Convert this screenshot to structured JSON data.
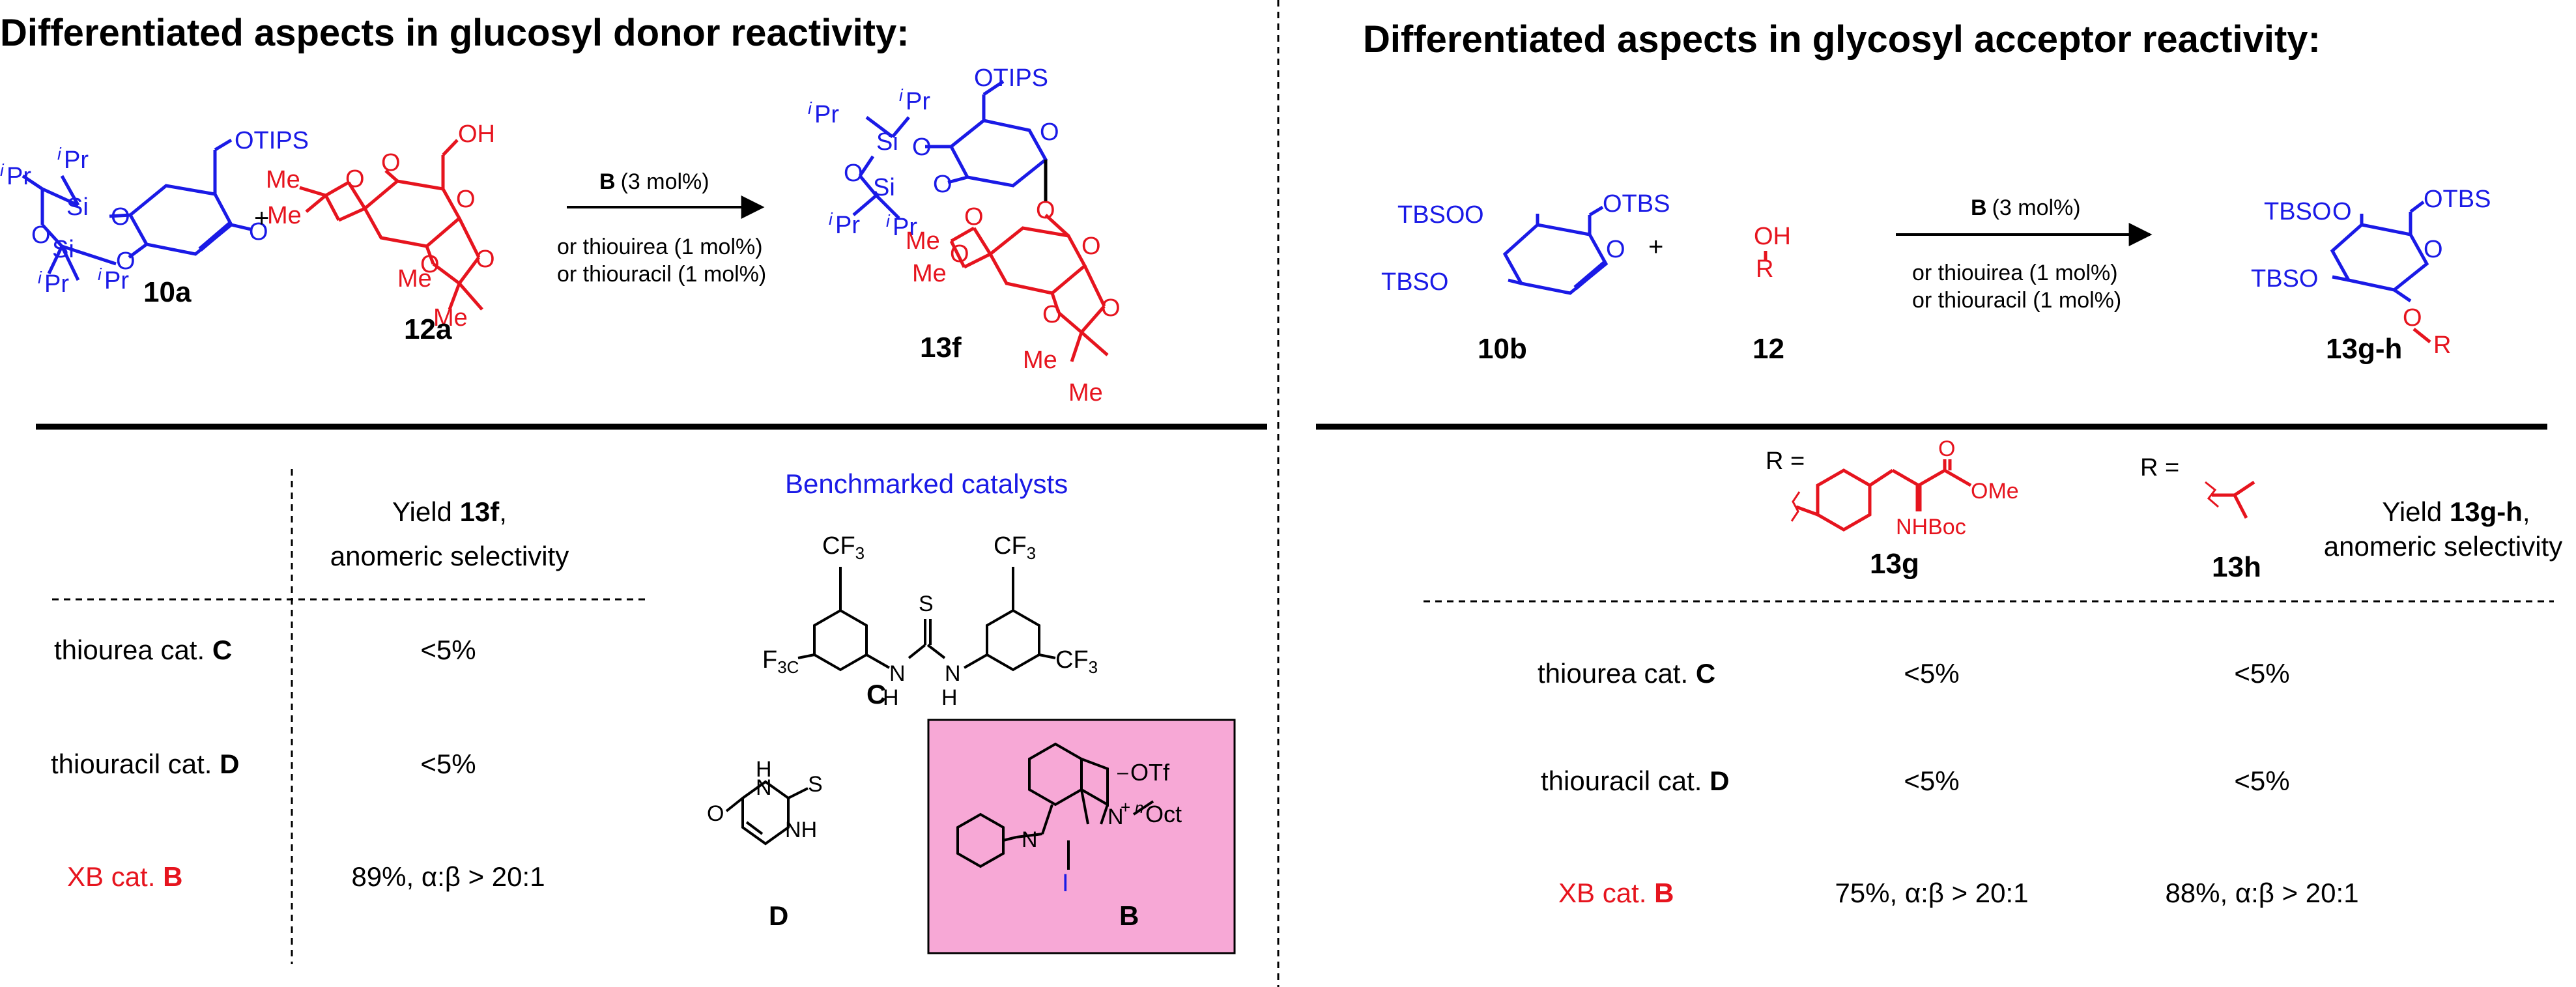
{
  "left": {
    "title": "Differentiated aspects in glucosyl donor reactivity:",
    "scheme": {
      "donor_label": "10a",
      "acceptor_label": "12a",
      "product_label": "13f",
      "plus": "+",
      "catalyst_B": "B",
      "catalyst_B_loading": "(3 mol%)",
      "alt1": "or thiouirea (1 mol%)",
      "alt2": "or thiouracil (1 mol%)",
      "otips": "OTIPS",
      "oh": "OH",
      "ipr": "Pr",
      "i": "i",
      "si": "Si",
      "o": "O",
      "me": "Me"
    },
    "table": {
      "header_prefix": "Yield ",
      "header_bold": "13f",
      "header_suffix": ",",
      "header_line2": "anomeric selectivity",
      "rows": [
        {
          "label": "thiourea cat. ",
          "bold": "C",
          "value": "<5%",
          "red": false
        },
        {
          "label": "thiouracil cat. ",
          "bold": "D",
          "value": "<5%",
          "red": false
        },
        {
          "label": "XB cat. ",
          "bold": "B",
          "value": "89%, α:β > 20:1",
          "red": true
        }
      ]
    },
    "benchmark": {
      "title": "Benchmarked catalysts",
      "cf3": "CF",
      "three": "3",
      "f3c": "F",
      "c3": "3C",
      "s": "S",
      "n": "N",
      "h": "H",
      "o": "O",
      "label_C": "C",
      "label_D": "D",
      "label_B": "B",
      "otf": "OTf",
      "minus": "–",
      "plus": "+",
      "oct_n": "n",
      "oct": "Oct",
      "iodo": "I"
    }
  },
  "right": {
    "title": "Differentiated aspects in glycosyl acceptor reactivity:",
    "scheme": {
      "donor_label": "10b",
      "acceptor_label": "12",
      "product_label": "13g-h",
      "plus": "+",
      "catalyst_B": "B",
      "catalyst_B_loading": "(3 mol%)",
      "alt1": "or thiouirea (1 mol%)",
      "alt2": "or thiouracil (1 mol%)",
      "tbso": "TBSO",
      "otbs": "OTBS",
      "oh": "OH",
      "r": "R",
      "o": "O"
    },
    "substituents": {
      "r_eq": "R =",
      "ome": "OMe",
      "nhboc": "NHBoc",
      "o": "O",
      "label_13g": "13g",
      "label_13h": "13h"
    },
    "table": {
      "header_prefix": "Yield ",
      "header_bold": "13g-h",
      "header_suffix": ",",
      "header_line2": "anomeric selectivity",
      "rows": [
        {
          "label": "thiourea cat. ",
          "bold": "C",
          "v1": "<5%",
          "v2": "<5%",
          "red": false
        },
        {
          "label": "thiouracil cat. ",
          "bold": "D",
          "v1": "<5%",
          "v2": "<5%",
          "red": false
        },
        {
          "label": "XB cat. ",
          "bold": "B",
          "v1": "75%, α:β > 20:1",
          "v2": "88%, α:β > 20:1",
          "red": true
        }
      ]
    }
  },
  "colors": {
    "blue": "#1a1ae6",
    "red": "#e6141e",
    "pink_box": "#f7a8d6"
  }
}
